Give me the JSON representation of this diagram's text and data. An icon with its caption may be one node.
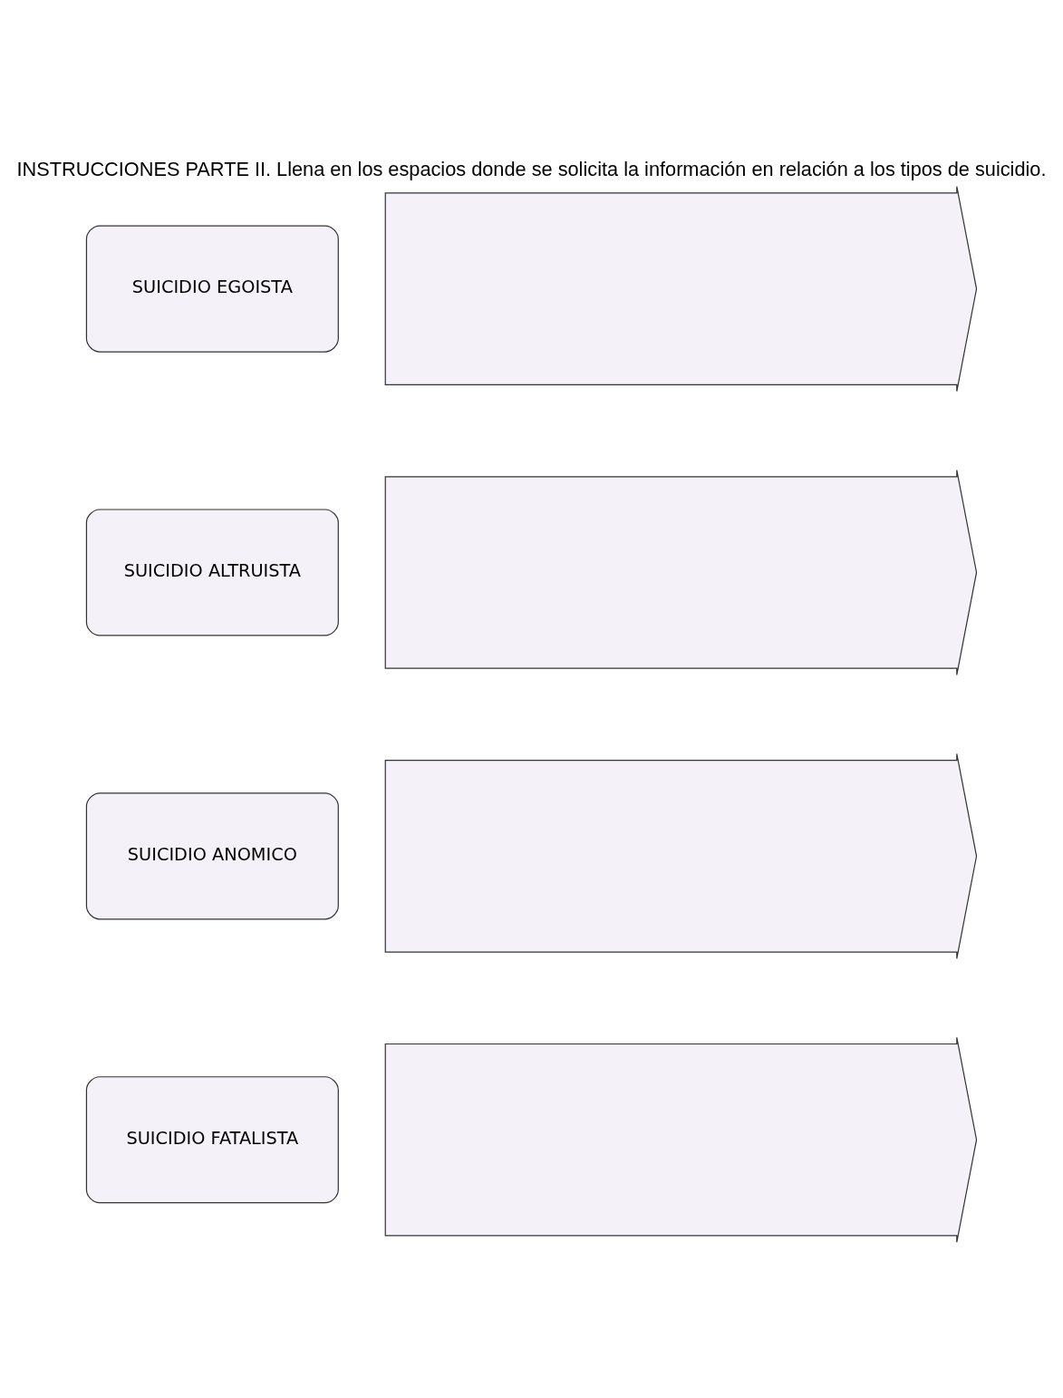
{
  "diagram": {
    "title": "INSTRUCCIONES PARTE II. Llena en los espacios donde se solicita la información en relación a los tipos de suicidio.",
    "nodes": [
      {
        "text": [
          "SUICIDIO EGOISTA"
        ]
      },
      {
        "text": [],
        "shape": "arrow"
      },
      {
        "text": [
          "SUICIDIO ALTRUISTA"
        ]
      },
      {
        "text": [],
        "shape": "arrow"
      },
      {
        "text": [
          "SUICIDIO ANOMICO"
        ]
      },
      {
        "text": [],
        "shape": "arrow"
      },
      {
        "text": [
          "SUICIDIO FATALISTA"
        ]
      },
      {
        "text": [],
        "shape": "arrow"
      }
    ]
  }
}
